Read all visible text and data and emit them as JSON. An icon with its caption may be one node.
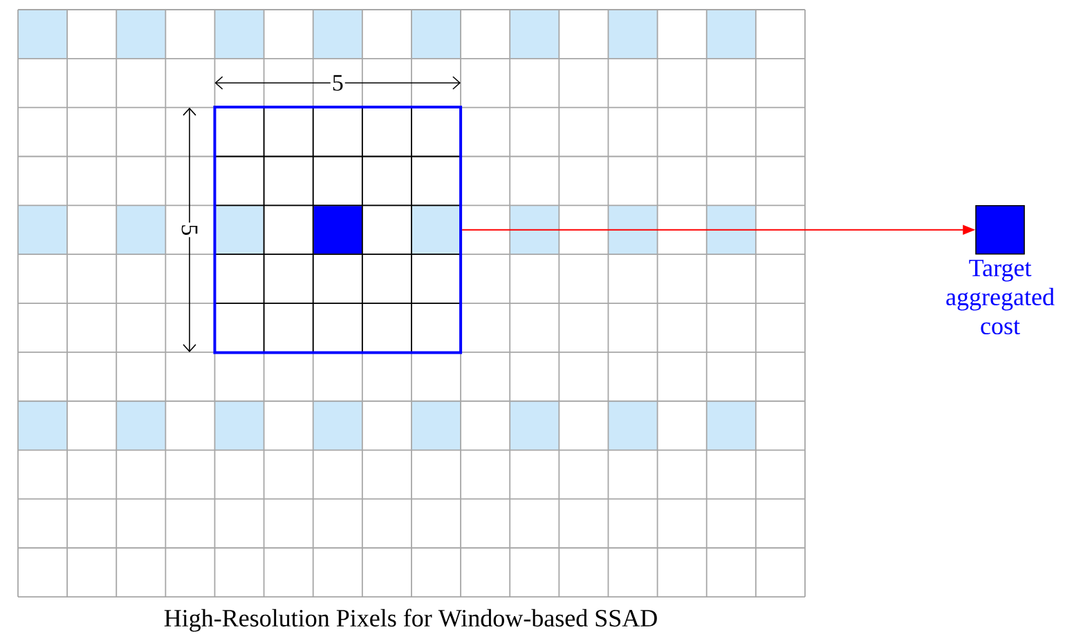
{
  "diagram": {
    "caption": "High-Resolution Pixels for Window-based SSAD",
    "nodes": [
      {
        "text": [],
        "shape": "box"
      },
      {
        "text": [],
        "shape": "box",
        "beside": [
          "Target aggregated cost"
        ]
      }
    ],
    "edges": [
      {
        "from": 0,
        "to": 1,
        "arrow": "to",
        "color": "#ff0000"
      }
    ],
    "labels": [
      "5",
      "5"
    ]
  }
}
